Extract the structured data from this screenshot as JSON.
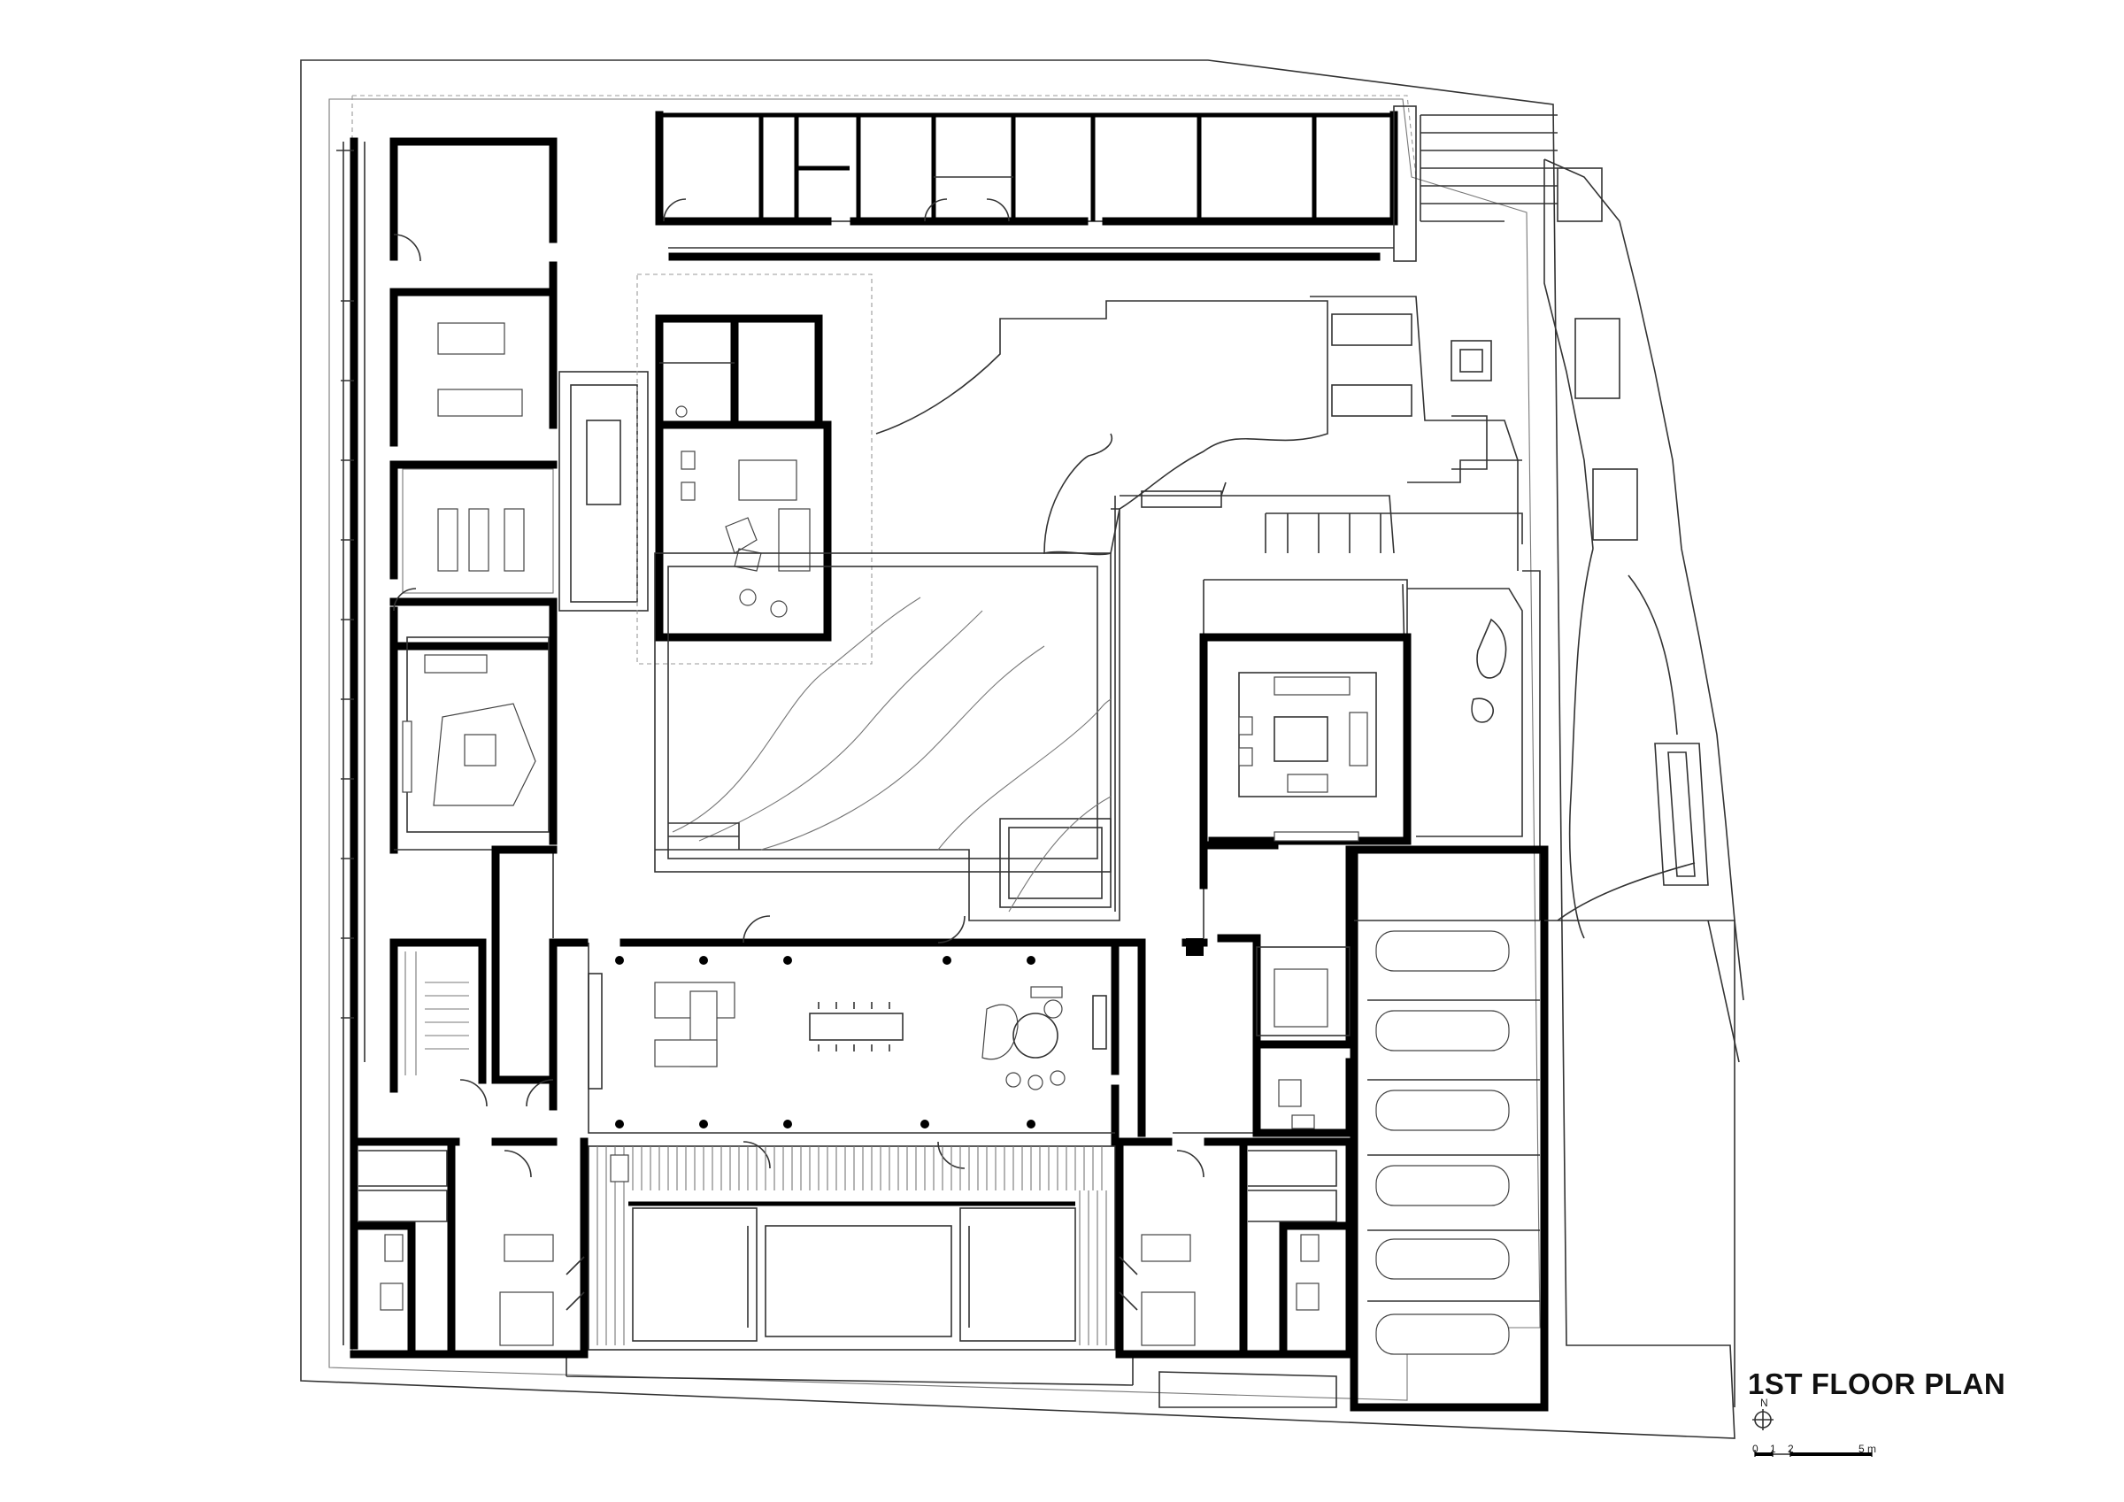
{
  "plan": {
    "title": "1ST FLOOR PLAN",
    "north_label": "N",
    "scale": {
      "labels": [
        "0",
        "1",
        "2",
        "5 m"
      ]
    }
  }
}
